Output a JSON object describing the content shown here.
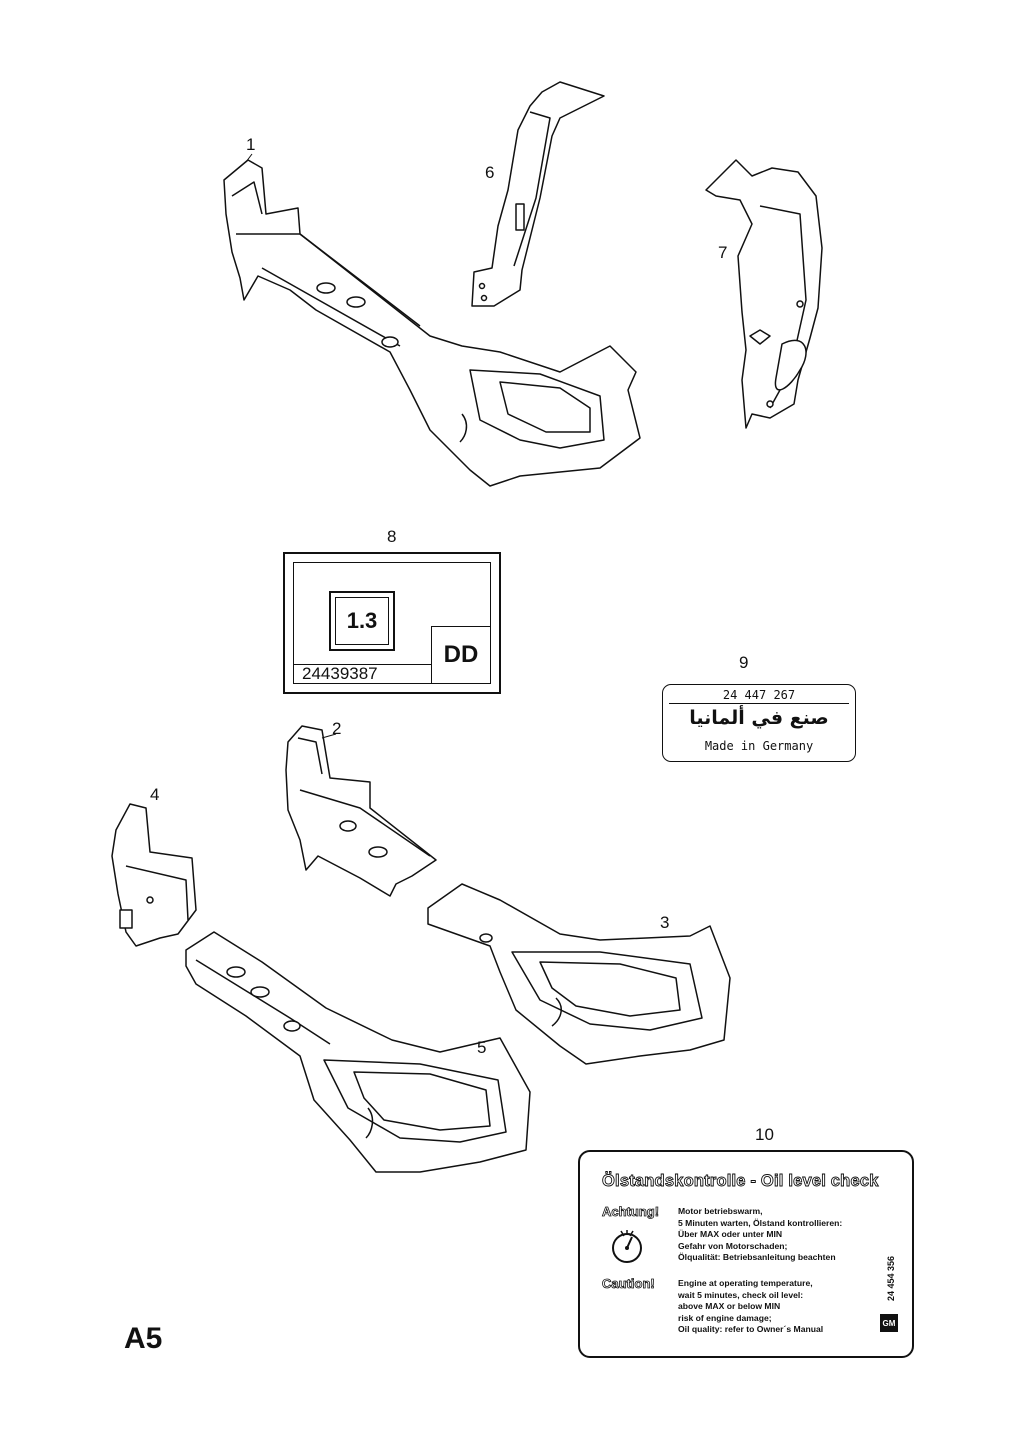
{
  "page_code": "A5",
  "callouts": {
    "c1": "1",
    "c2": "2",
    "c3": "3",
    "c4": "4",
    "c5": "5",
    "c6": "6",
    "c7": "7",
    "c8": "8",
    "c9": "9",
    "c10": "10"
  },
  "label8": {
    "engine": "1.3",
    "code": "DD",
    "part_number": "24439387"
  },
  "label9": {
    "part_number": "24 447 267",
    "arabic_text": "صنع في ألمانيا",
    "made_in": "Made in Germany"
  },
  "label10": {
    "title": "Ölstandskontrolle - Oil level check",
    "warning_de": "Achtung!",
    "warning_en": "Caution!",
    "de_lines": [
      "Motor betriebswarm,",
      "5 Minuten warten, Ölstand kontrollieren:",
      "Über MAX oder unter MIN",
      "Gefahr von Motorschaden;",
      "Ölqualität: Betriebsanleitung beachten"
    ],
    "en_lines": [
      "Engine at operating temperature,",
      "wait 5 minutes, check oil level:",
      "above MAX or below MIN",
      "risk of engine damage;",
      "Oil quality: refer to Owner´s Manual"
    ],
    "side_number": "24 454 356",
    "brand": "GM",
    "icon": "clock-gauge-icon"
  }
}
